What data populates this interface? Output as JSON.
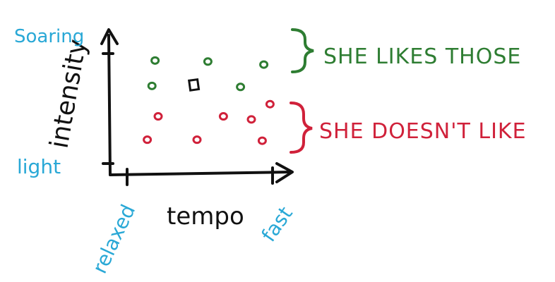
{
  "axes": {
    "x_label": "tempo",
    "y_label": "intensity",
    "x_low_label": "relaxed",
    "x_high_label": "fast",
    "y_high_label": "Soaring",
    "y_low_label": "light"
  },
  "groups": {
    "likes": {
      "label": "SHE LIKES THOSE",
      "color": "#2e7d32"
    },
    "dislikes": {
      "label": "SHE DOESN'T LIKE",
      "color": "#d0213a"
    }
  },
  "colors": {
    "ink": "#111111",
    "axis_tick_labels": "#29a8d6"
  },
  "chart_data": {
    "type": "scatter",
    "xlim": [
      0,
      1
    ],
    "ylim": [
      0,
      1
    ],
    "xlabel": "tempo",
    "ylabel": "intensity",
    "series": [
      {
        "name": "SHE LIKES THOSE",
        "marker": "circle",
        "color": "#2e7d32",
        "points": [
          {
            "x": 0.18,
            "y": 0.89
          },
          {
            "x": 0.52,
            "y": 0.88
          },
          {
            "x": 0.88,
            "y": 0.85
          },
          {
            "x": 0.16,
            "y": 0.64
          },
          {
            "x": 0.73,
            "y": 0.63
          }
        ]
      },
      {
        "name": "SHE DOESN'T LIKE",
        "marker": "circle",
        "color": "#d0213a",
        "points": [
          {
            "x": 0.2,
            "y": 0.34
          },
          {
            "x": 0.62,
            "y": 0.34
          },
          {
            "x": 0.8,
            "y": 0.31
          },
          {
            "x": 0.92,
            "y": 0.46
          },
          {
            "x": 0.13,
            "y": 0.11
          },
          {
            "x": 0.45,
            "y": 0.11
          },
          {
            "x": 0.87,
            "y": 0.1
          }
        ]
      },
      {
        "marker": "square",
        "color": "#111111",
        "points": [
          {
            "x": 0.43,
            "y": 0.65
          }
        ]
      }
    ]
  }
}
